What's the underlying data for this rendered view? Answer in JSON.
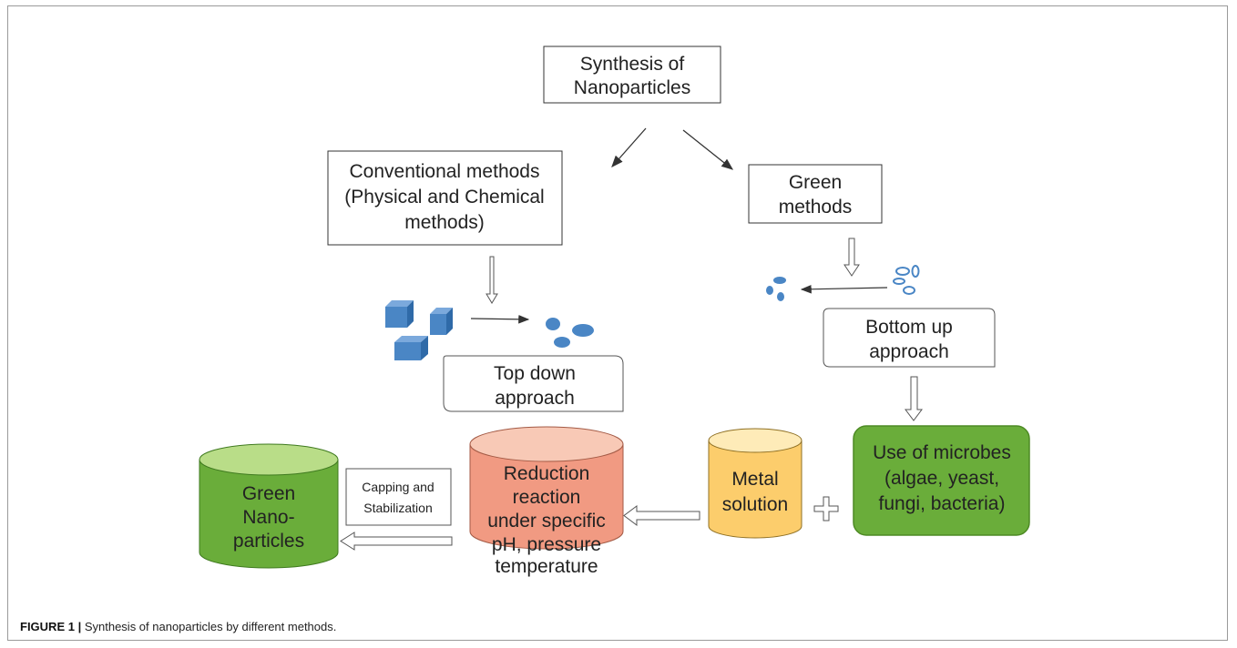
{
  "diagram": {
    "root": [
      "Synthesis of",
      "Nanoparticles"
    ],
    "conventional": [
      "Conventional methods",
      "(Physical and Chemical",
      "methods)"
    ],
    "green": [
      "Green",
      "methods"
    ],
    "top_down": [
      "Top down",
      "approach"
    ],
    "bottom_up": [
      "Bottom up",
      "approach"
    ],
    "microbes": [
      "Use of microbes",
      "(algae, yeast,",
      "fungi, bacteria)"
    ],
    "metal": [
      "Metal",
      "solution"
    ],
    "reduction": [
      "Reduction",
      "reaction",
      "under specific",
      "pH, pressure",
      "temperature"
    ],
    "capping": [
      "Capping and",
      "Stabilization"
    ],
    "green_np": [
      "Green",
      "Nano-",
      "particles"
    ],
    "plus_symbol": "+"
  },
  "colors": {
    "cube": "#4a86c5",
    "particle": "#4a86c5",
    "green_cylinder": "#6aad3a",
    "green_top": "#b9dd88",
    "reduction_cylinder": "#f19a82",
    "reduction_top": "#f8c9b6",
    "metal_cylinder": "#fccd6c",
    "metal_top": "#feebb8",
    "microbes_box": "#6aad3a"
  },
  "caption": {
    "label": "FIGURE 1 |",
    "text": "Synthesis of nanoparticles by different methods."
  }
}
